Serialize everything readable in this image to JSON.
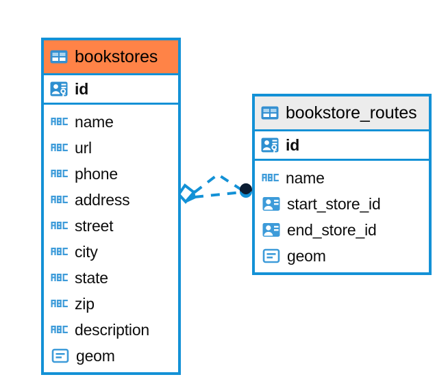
{
  "diagram": {
    "type": "entity-relationship-diagram",
    "background_color": "#ffffff",
    "accent_color": "#1391d6",
    "highlight_color": "#ff8347"
  },
  "entities": [
    {
      "name": "bookstores",
      "header_icon": "table-icon",
      "header_background": "#ff8347",
      "primary_key": {
        "label": "id",
        "icon": "primary-key-icon"
      },
      "fields": [
        {
          "label": "name",
          "icon": "text-type-icon"
        },
        {
          "label": "url",
          "icon": "text-type-icon"
        },
        {
          "label": "phone",
          "icon": "text-type-icon"
        },
        {
          "label": "address",
          "icon": "text-type-icon"
        },
        {
          "label": "street",
          "icon": "text-type-icon"
        },
        {
          "label": "city",
          "icon": "text-type-icon"
        },
        {
          "label": "state",
          "icon": "text-type-icon"
        },
        {
          "label": "zip",
          "icon": "text-type-icon"
        },
        {
          "label": "description",
          "icon": "text-type-icon"
        },
        {
          "label": "geom",
          "icon": "geometry-type-icon"
        }
      ]
    },
    {
      "name": "bookstore_routes",
      "header_icon": "table-icon",
      "header_background": "#ececec",
      "primary_key": {
        "label": "id",
        "icon": "primary-key-icon"
      },
      "fields": [
        {
          "label": "name",
          "icon": "text-type-icon"
        },
        {
          "label": "start_store_id",
          "icon": "foreign-key-icon"
        },
        {
          "label": "end_store_id",
          "icon": "foreign-key-icon"
        },
        {
          "label": "geom",
          "icon": "geometry-type-icon"
        }
      ]
    }
  ],
  "relationship": {
    "source_endpoint": "diamond-marker",
    "target_endpoint": "filled-circle-marker",
    "line_style": "dashed",
    "line_color": "#1391d6"
  }
}
